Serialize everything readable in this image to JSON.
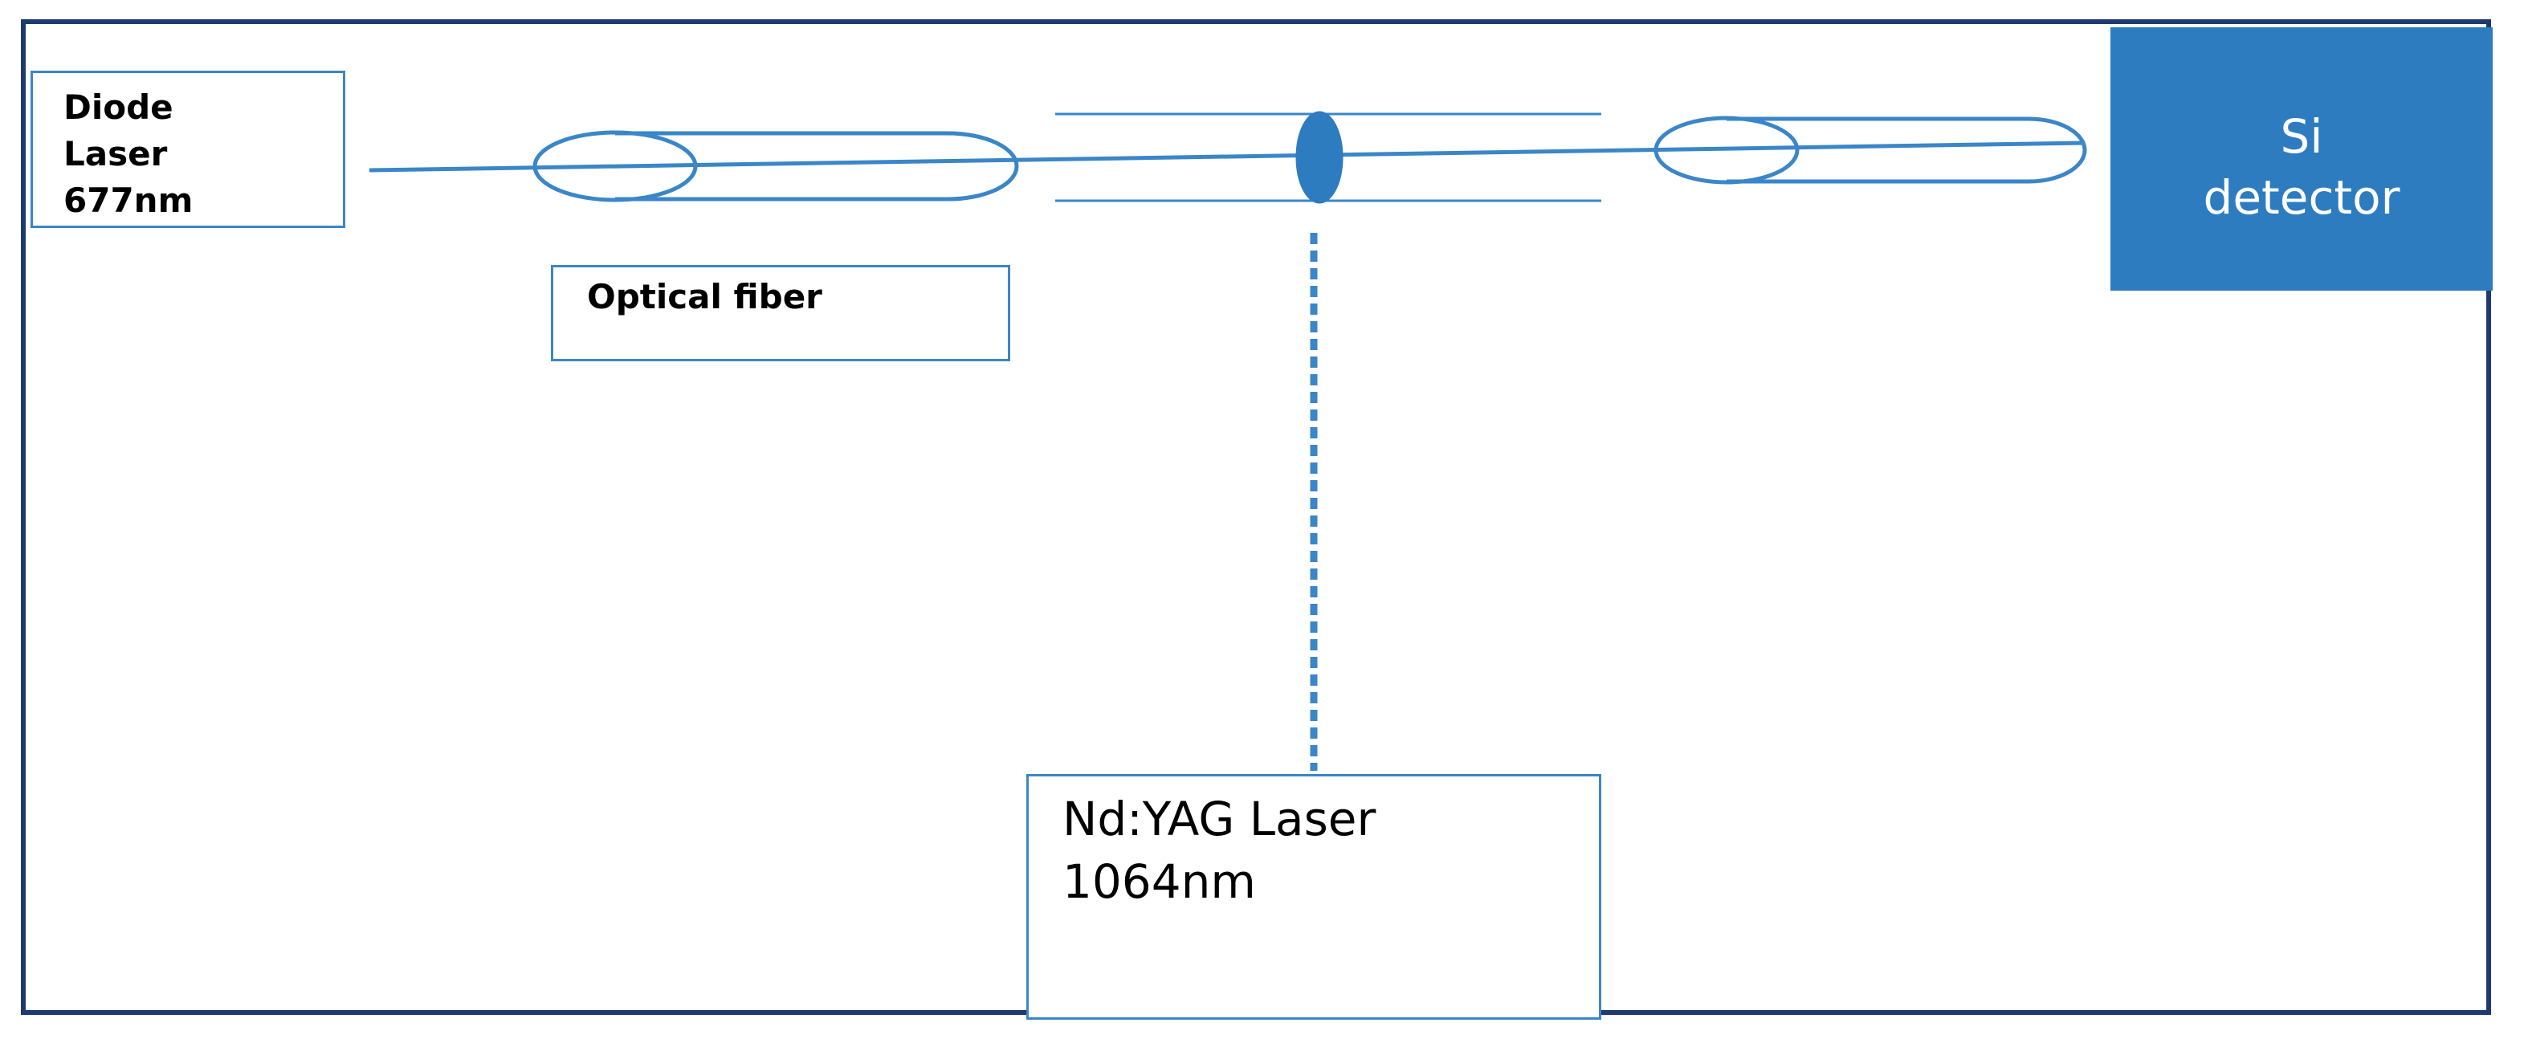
{
  "diagram": {
    "diode_laser": {
      "line1": "Diode",
      "line2": "Laser",
      "line3": "677nm"
    },
    "optical_fiber_label": "Optical fiber",
    "si_detector": {
      "line1": "Si",
      "line2": "detector"
    },
    "nd_yag_laser": {
      "line1": "Nd:YAG Laser",
      "line2": "1064nm"
    },
    "colors": {
      "frame": "#1f3a6e",
      "beam": "#3a86c8",
      "detector_fill": "#2e7cc0",
      "detector_text": "#ffffff"
    }
  }
}
